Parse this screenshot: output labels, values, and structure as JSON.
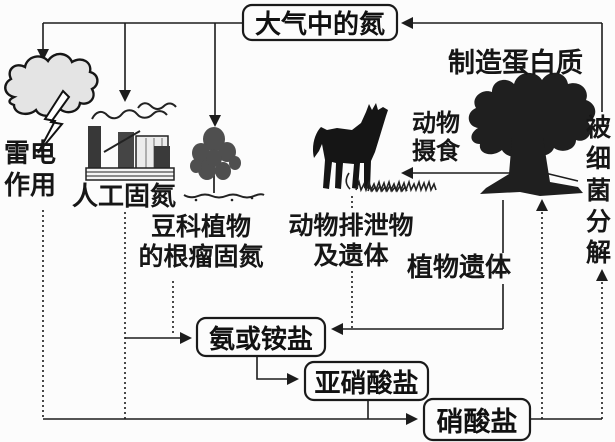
{
  "diagram": {
    "atmosphere_box": "大气中的氮",
    "ammonia_box": "氨或铵盐",
    "nitrite_box": "亚硝酸盐",
    "nitrate_box": "硝酸盐",
    "lightning_label": "雷电作用",
    "artificial_fixation_label": "人工固氮",
    "legume_line1": "豆科植物",
    "legume_line2": "的根瘤固氮",
    "animal_waste_line1": "动物排泄物",
    "animal_waste_line2": "及遗体",
    "plant_remains_label": "植物遗体",
    "protein_label": "制造蛋白质",
    "animal_feeding_label": "动物摄食",
    "bacteria_label": "被细菌分解",
    "icons": {
      "cloud": "cloud-icon",
      "lightning_bolt": "lightning-bolt-icon",
      "factory": "factory-icon",
      "legume_shrub": "legume-shrub-icon",
      "horse": "horse-icon",
      "grass": "grass-icon",
      "tree": "tree-icon"
    },
    "colors": {
      "ink": "#1c1c1c",
      "paper": "#fcfcfc",
      "icon_fill": "#1f1f1f"
    }
  }
}
